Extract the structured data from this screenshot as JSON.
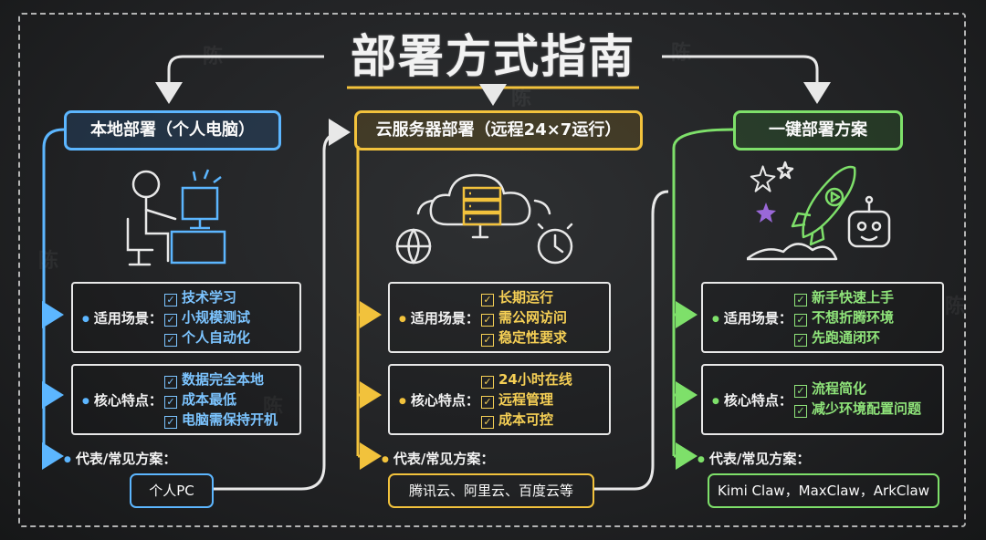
{
  "title": "部署方式指南",
  "watermark": "陈",
  "colors": {
    "blue": "#5cb6ff",
    "yellow": "#f2c23c",
    "green": "#7ee06a",
    "board": "#222325"
  },
  "columns": [
    {
      "header": "本地部署（个人电脑）",
      "illustration_icon": "person-at-computer-icon",
      "scenario_label": "适用场景：",
      "scenarios": [
        "技术学习",
        "小规模测试",
        "个人自动化"
      ],
      "features_label": "核心特点：",
      "features": [
        "数据完全本地",
        "成本最低",
        "电脑需保持开机"
      ],
      "examples_label": "代表/常见方案：",
      "examples": "个人PC"
    },
    {
      "header": "云服务器部署（远程24×7运行）",
      "illustration_icon": "cloud-server-icon",
      "scenario_label": "适用场景：",
      "scenarios": [
        "长期运行",
        "需公网访问",
        "稳定性要求"
      ],
      "features_label": "核心特点：",
      "features": [
        "24小时在线",
        "远程管理",
        "成本可控"
      ],
      "examples_label": "代表/常见方案：",
      "examples": "腾讯云、阿里云、百度云等"
    },
    {
      "header": "一键部署方案",
      "illustration_icon": "rocket-robot-icon",
      "scenario_label": "适用场景：",
      "scenarios": [
        "新手快速上手",
        "不想折腾环境",
        "先跑通闭环"
      ],
      "features_label": "核心特点：",
      "features": [
        "流程简化",
        "减少环境配置问题"
      ],
      "examples_label": "代表/常见方案：",
      "examples": "Kimi Claw，MaxClaw，ArkClaw"
    }
  ]
}
